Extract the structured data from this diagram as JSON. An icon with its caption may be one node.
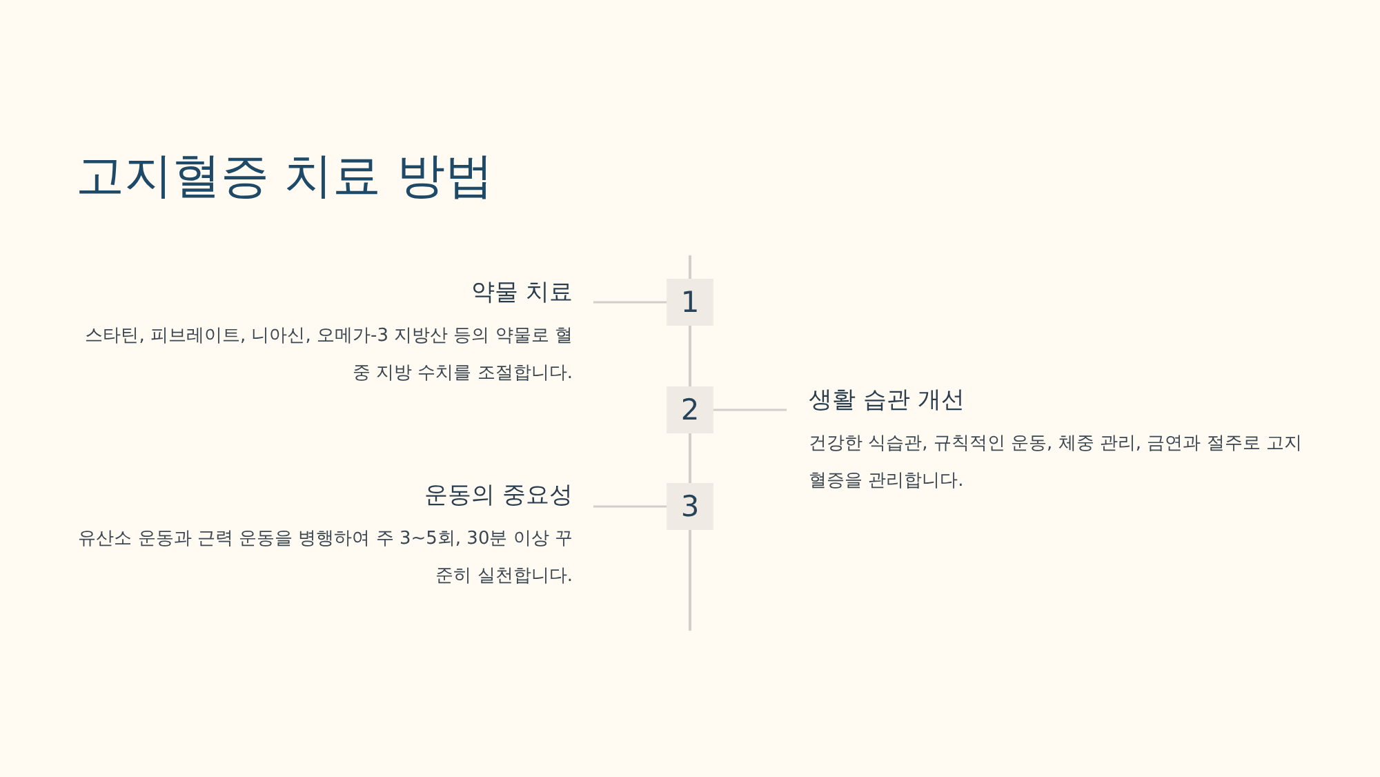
{
  "diagram": {
    "title": "고지혈증 치료 방법",
    "nodes": [
      {
        "text": [
          "약물 치료",
          "스타틴, 피브레이트, 니아신, 오메가-3 지방산 등의 약물로 혈중 지방 수치를 조절합니다."
        ]
      },
      {
        "text": [
          "1"
        ]
      },
      {
        "text": [
          "생활 습관 개선",
          "건강한 식습관, 규칙적인 운동, 체중 관리, 금연과 절주로 고지혈증을 관리합니다."
        ]
      },
      {
        "text": [
          "2"
        ]
      },
      {
        "text": [
          "운동의 중요성",
          "유산소 운동과 근력 운동을 병행하여 주 3~5회, 30분 이상 꾸준히 실천합니다."
        ]
      },
      {
        "text": [
          "3"
        ]
      }
    ],
    "edges": [
      {
        "from": 1,
        "to": 0,
        "arrow": "none"
      },
      {
        "from": 3,
        "to": 2,
        "arrow": "none"
      },
      {
        "from": 5,
        "to": 4,
        "arrow": "none"
      }
    ]
  }
}
